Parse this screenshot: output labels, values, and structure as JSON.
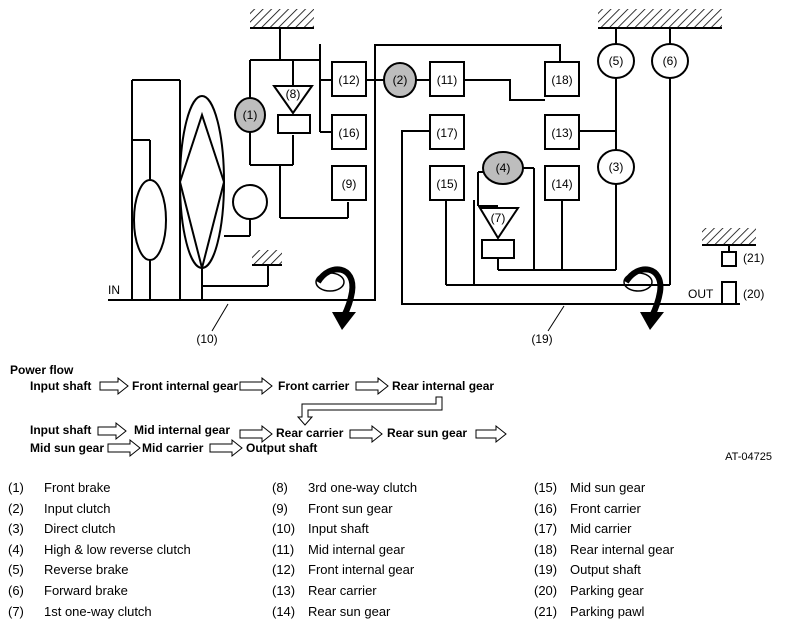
{
  "diagram": {
    "labels": {
      "n1": "(1)",
      "n2": "(2)",
      "n3": "(3)",
      "n4": "(4)",
      "n5": "(5)",
      "n6": "(6)",
      "n7": "(7)",
      "n8": "(8)",
      "n9": "(9)",
      "n10": "(10)",
      "n11": "(11)",
      "n12": "(12)",
      "n13": "(13)",
      "n14": "(14)",
      "n15": "(15)",
      "n16": "(16)",
      "n17": "(17)",
      "n18": "(18)",
      "n19": "(19)",
      "n20": "(20)",
      "n21": "(21)",
      "in": "IN",
      "out": "OUT"
    }
  },
  "power_flow": {
    "title": "Power flow",
    "row1": [
      "Input shaft",
      "Front internal gear",
      "Front carrier",
      "Rear internal gear"
    ],
    "row2": [
      "Input shaft",
      "Mid internal gear",
      "Rear carrier",
      "Rear sun gear"
    ],
    "row3": [
      "Mid sun gear",
      "Mid carrier",
      "Output shaft"
    ]
  },
  "doc_id": "AT-04725",
  "legend": [
    {
      "num": "(1)",
      "text": "Front brake"
    },
    {
      "num": "(2)",
      "text": "Input clutch"
    },
    {
      "num": "(3)",
      "text": "Direct clutch"
    },
    {
      "num": "(4)",
      "text": "High & low reverse clutch"
    },
    {
      "num": "(5)",
      "text": "Reverse brake"
    },
    {
      "num": "(6)",
      "text": "Forward brake"
    },
    {
      "num": "(7)",
      "text": "1st one-way clutch"
    },
    {
      "num": "(8)",
      "text": "3rd one-way clutch"
    },
    {
      "num": "(9)",
      "text": "Front sun gear"
    },
    {
      "num": "(10)",
      "text": "Input shaft"
    },
    {
      "num": "(11)",
      "text": "Mid internal gear"
    },
    {
      "num": "(12)",
      "text": "Front internal gear"
    },
    {
      "num": "(13)",
      "text": "Rear carrier"
    },
    {
      "num": "(14)",
      "text": "Rear sun gear"
    },
    {
      "num": "(15)",
      "text": "Mid sun gear"
    },
    {
      "num": "(16)",
      "text": "Front carrier"
    },
    {
      "num": "(17)",
      "text": "Mid carrier"
    },
    {
      "num": "(18)",
      "text": "Rear internal gear"
    },
    {
      "num": "(19)",
      "text": "Output shaft"
    },
    {
      "num": "(20)",
      "text": "Parking gear"
    },
    {
      "num": "(21)",
      "text": "Parking pawl"
    }
  ]
}
